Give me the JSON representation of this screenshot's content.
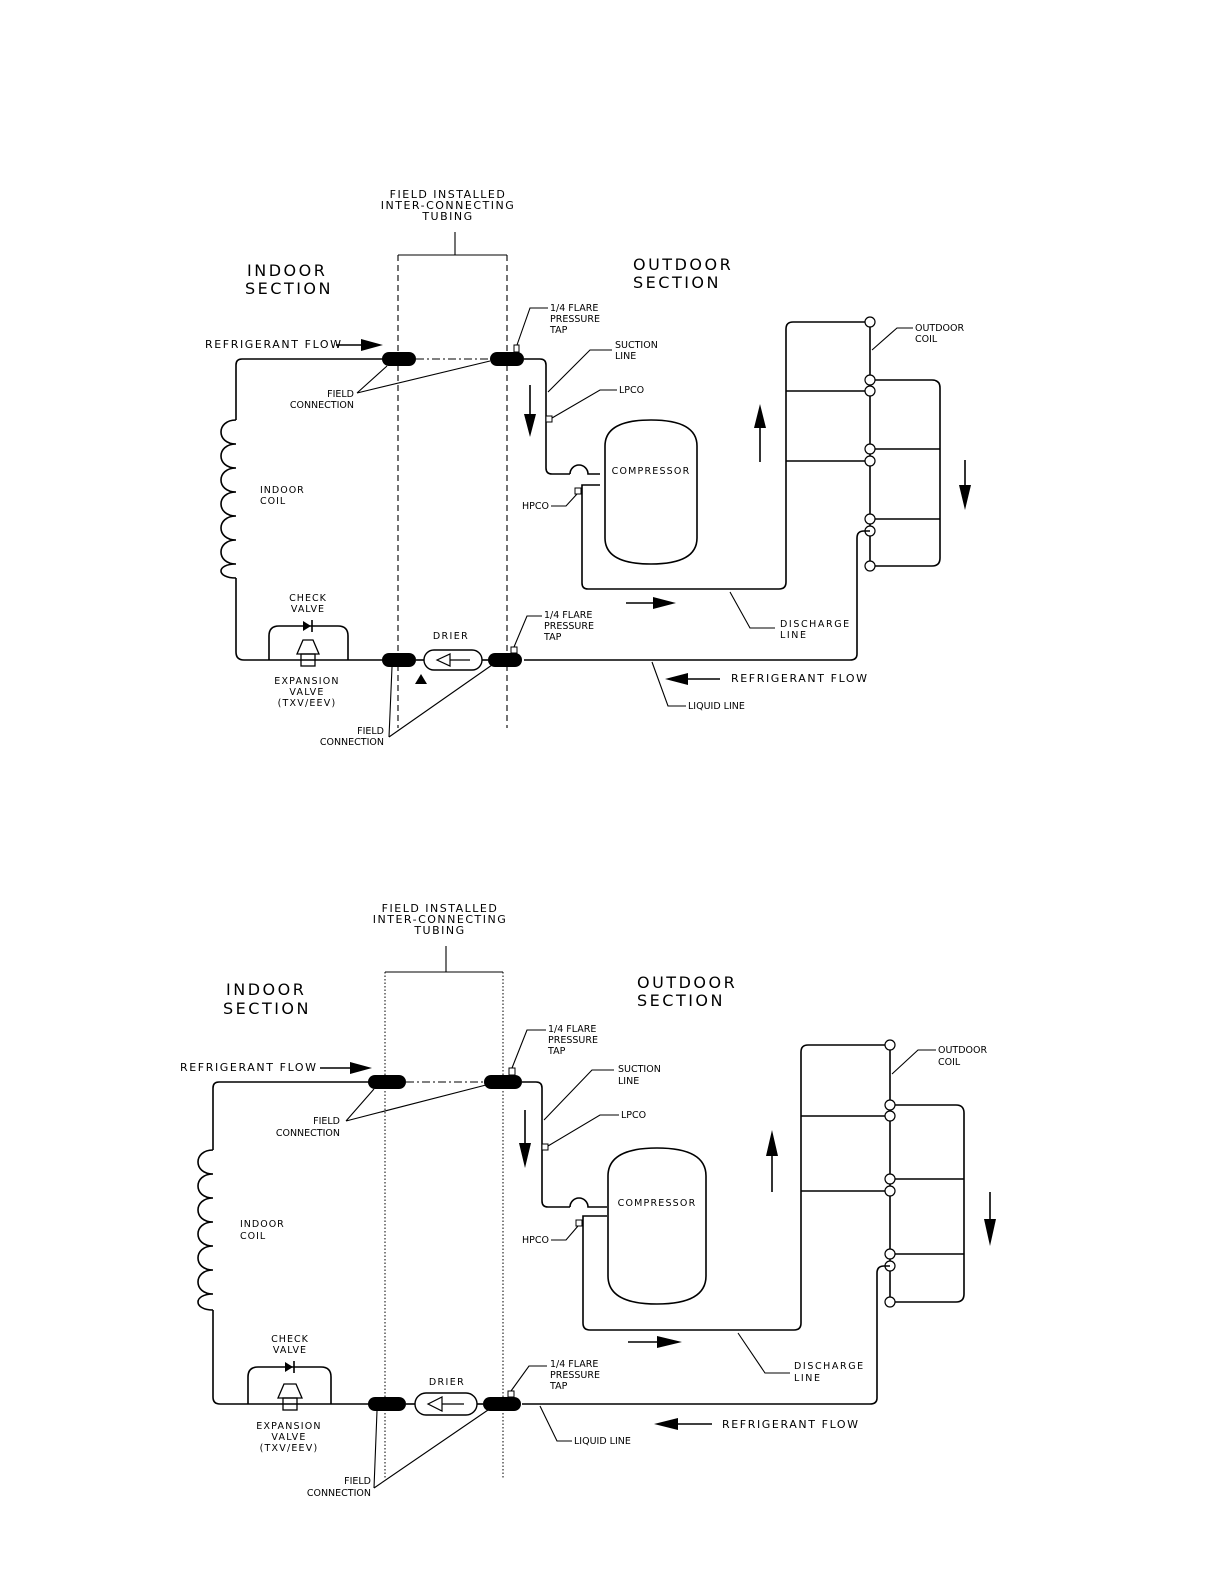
{
  "diagrams": [
    {
      "field_installed": [
        "FIELD INSTALLED",
        "INTER-CONNECTING",
        "TUBING"
      ],
      "indoor_section": [
        "INDOOR",
        "SECTION"
      ],
      "outdoor_section": [
        "OUTDOOR",
        "SECTION"
      ],
      "refrigerant_flow_top": "REFRIGERANT FLOW",
      "refrigerant_flow_bottom": "REFRIGERANT FLOW",
      "flare_tap_top": [
        "1/4 FLARE",
        "PRESSURE",
        "TAP"
      ],
      "flare_tap_bottom": [
        "1/4 FLARE",
        "PRESSURE",
        "TAP"
      ],
      "suction_line": [
        "SUCTION",
        "LINE"
      ],
      "lpco": "LPCO",
      "hpco": "HPCO",
      "compressor": "COMPRESSOR",
      "outdoor_coil": [
        "OUTDOOR",
        "COIL"
      ],
      "indoor_coil": [
        "INDOOR",
        "COIL"
      ],
      "field_connection_top": [
        "FIELD",
        "CONNECTION"
      ],
      "field_connection_bottom": [
        "FIELD",
        "CONNECTION"
      ],
      "check_valve": [
        "CHECK",
        "VALVE"
      ],
      "drier": "DRIER",
      "expansion_valve": [
        "EXPANSION",
        "VALVE",
        "(TXV/EEV)"
      ],
      "discharge_line": [
        "DISCHARGE",
        "LINE"
      ],
      "liquid_line": "LIQUID LINE"
    },
    {
      "field_installed": [
        "FIELD INSTALLED",
        "INTER-CONNECTING",
        "TUBING"
      ],
      "indoor_section": [
        "INDOOR",
        "SECTION"
      ],
      "outdoor_section": [
        "OUTDOOR",
        "SECTION"
      ],
      "refrigerant_flow_top": "REFRIGERANT FLOW",
      "refrigerant_flow_bottom": "REFRIGERANT FLOW",
      "flare_tap_top": [
        "1/4 FLARE",
        "PRESSURE",
        "TAP"
      ],
      "flare_tap_bottom": [
        "1/4 FLARE",
        "PRESSURE",
        "TAP"
      ],
      "suction_line": [
        "SUCTION",
        "LINE"
      ],
      "lpco": "LPCO",
      "hpco": "HPCO",
      "compressor": "COMPRESSOR",
      "outdoor_coil": [
        "OUTDOOR",
        "COIL"
      ],
      "indoor_coil": [
        "INDOOR",
        "COIL"
      ],
      "field_connection_top": [
        "FIELD",
        "CONNECTION"
      ],
      "field_connection_bottom": [
        "FIELD",
        "CONNECTION"
      ],
      "check_valve": [
        "CHECK",
        "VALVE"
      ],
      "drier": "DRIER",
      "expansion_valve": [
        "EXPANSION",
        "VALVE",
        "(TXV/EEV)"
      ],
      "discharge_line": [
        "DISCHARGE",
        "LINE"
      ],
      "liquid_line": "LIQUID LINE"
    }
  ]
}
